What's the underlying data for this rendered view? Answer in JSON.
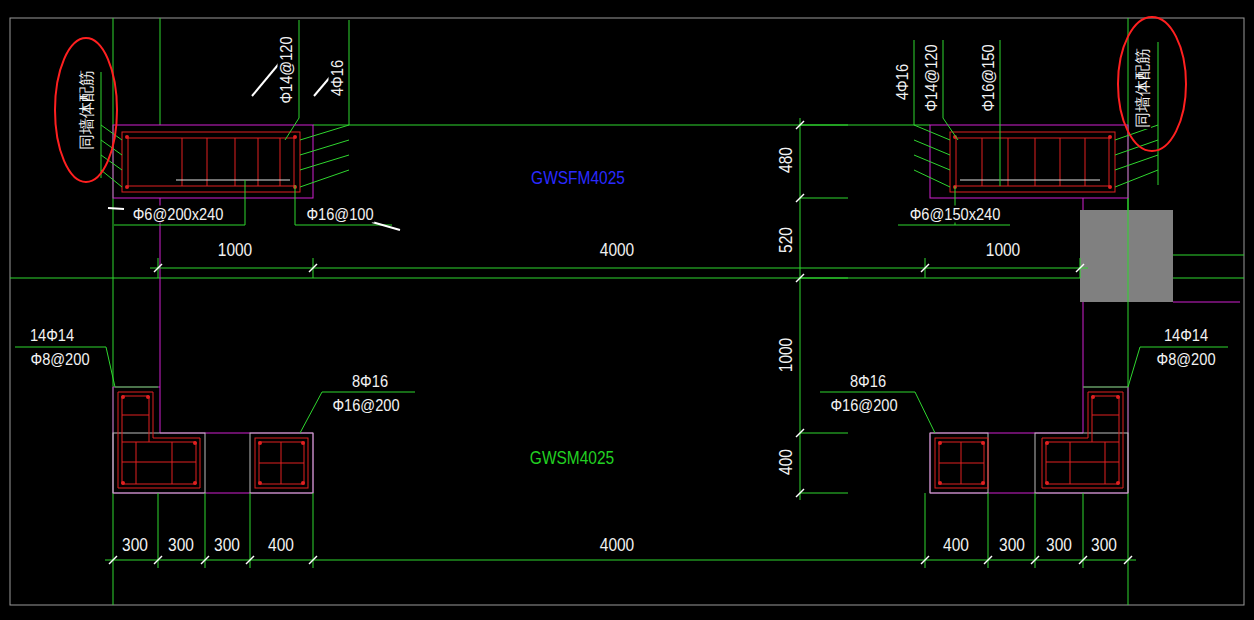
{
  "diagram": {
    "labels": [
      "同墙体配筋",
      "Φ14@120",
      "4Φ16",
      "4Φ16",
      "Φ14@120",
      "Φ16@150",
      "同墙体配筋",
      "GWSFM4025",
      "480",
      "Φ6@200x240",
      "Φ16@100",
      "Φ6@150x240",
      "520",
      "1000",
      "4000",
      "1000",
      "14Φ14",
      "Φ8@200",
      "14Φ14",
      "Φ8@200",
      "1000",
      "8Φ16",
      "Φ16@200",
      "8Φ16",
      "Φ16@200",
      "GWSM4025",
      "400",
      "300",
      "300",
      "300",
      "400",
      "4000",
      "400",
      "300",
      "300",
      "300"
    ]
  }
}
